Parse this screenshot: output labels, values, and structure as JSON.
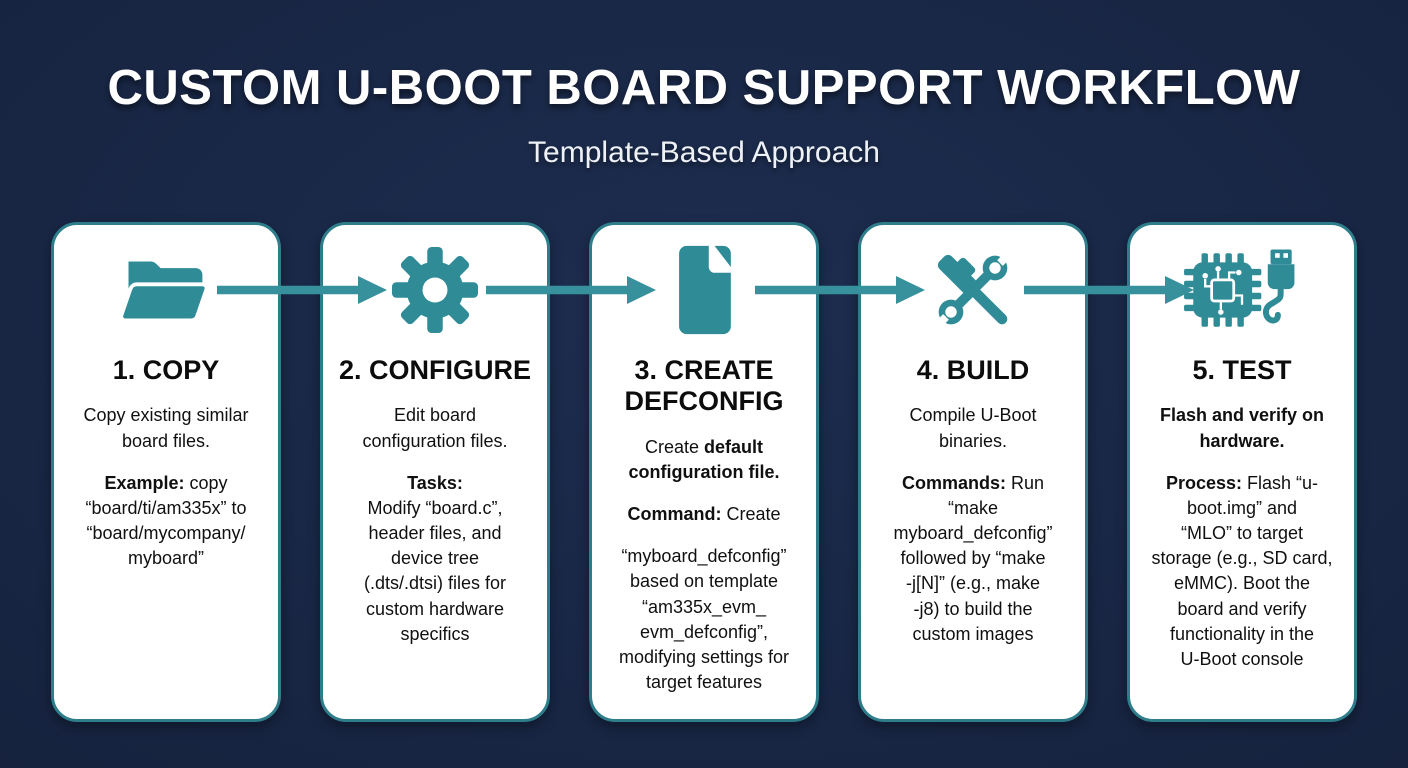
{
  "header": {
    "title": "CUSTOM U-BOOT BOARD SUPPORT WORKFLOW",
    "subtitle": "Template-Based Approach"
  },
  "colors": {
    "background_navy": "#16243E",
    "icon_teal": "#2F8C97",
    "arrow_teal": "#37919D",
    "card_border_teal": "#2E7D8A",
    "card_background": "#FFFFFF",
    "title_text": "#FFFFFF",
    "body_text": "#101010"
  },
  "steps": [
    {
      "icon": "open-folder-icon",
      "heading": "1. COPY",
      "paragraphs": [
        {
          "pre": "Copy existing similar\nboard files.",
          "bold": "",
          "post": ""
        },
        {
          "pre": "",
          "bold": "Example:",
          "post": " copy\n“board/ti/am335x” to\n“board/mycompany/\nmyboard”"
        }
      ]
    },
    {
      "icon": "gear-icon",
      "heading": "2. CONFIGURE",
      "paragraphs": [
        {
          "pre": "Edit board\nconfiguration files.",
          "bold": "",
          "post": ""
        },
        {
          "pre": "",
          "bold": "Tasks:",
          "post": "\nModify “board.c”,\nheader files, and\ndevice tree\n(.dts/.dtsi) files for\ncustom hardware\nspecifics"
        }
      ]
    },
    {
      "icon": "document-icon",
      "heading": "3. CREATE\nDEFCONFIG",
      "paragraphs": [
        {
          "pre": "Create ",
          "bold": "default\nconfiguration file.",
          "post": ""
        },
        {
          "pre": "",
          "bold": "Command:",
          "post": " Create"
        },
        {
          "pre": "“myboard_defconfig”\nbased on template\n“am335x_evm_\nevm_defconfig”,\nmodifying settings for\ntarget features",
          "bold": "",
          "post": ""
        }
      ]
    },
    {
      "icon": "hammer-wrench-icon",
      "heading": "4. BUILD",
      "paragraphs": [
        {
          "pre": "Compile U-Boot\nbinaries.",
          "bold": "",
          "post": ""
        },
        {
          "pre": "",
          "bold": "Commands:",
          "post": " Run\n“make\nmyboard_defconfig”\nfollowed by “make\n-j[N]” (e.g., make\n-j8) to build the\ncustom images"
        }
      ]
    },
    {
      "icon": "chip-usb-icon",
      "heading": "5. TEST",
      "paragraphs": [
        {
          "pre": "",
          "bold": "Flash and verify on\nhardware.",
          "post": ""
        },
        {
          "pre": "",
          "bold": "Process:",
          "post": " Flash “u-\nboot.img” and\n“MLO” to target\nstorage (e.g., SD card,\neMMC). Boot the\nboard and verify\nfunctionality in the\nU-Boot console"
        }
      ]
    }
  ]
}
